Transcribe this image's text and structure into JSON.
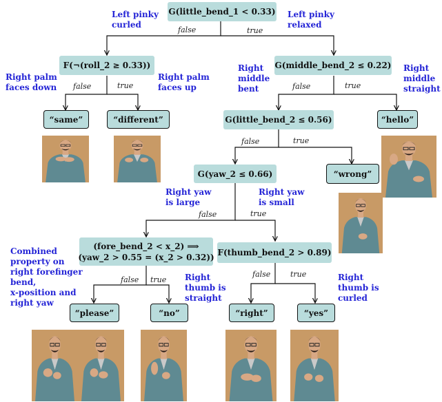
{
  "nodes": {
    "root": "G(little_bend_1 < 0.33)",
    "roll": "F(¬(roll_2 ≥ 0.33))",
    "middle": "G(middle_bend_2 ≤ 0.22)",
    "little2": "G(little_bend_2 ≤ 0.56)",
    "yaw": "G(yaw_2 ≤ 0.66)",
    "fore_line1": "(fore_bend_2 < x_2) ⟹",
    "fore_line2": "(yaw_2 > 0.55 = (x_2 > 0.32))",
    "thumb": "F(thumb_bend_2 > 0.89)"
  },
  "leaves": {
    "same": "“same”",
    "different": "“different”",
    "hello": "“hello”",
    "wrong": "“wrong”",
    "please": "“please”",
    "no": "“no”",
    "right": "“right”",
    "yes": "“yes”"
  },
  "edges": {
    "false": "false",
    "true": "true"
  },
  "notes": {
    "left_pinky_curled": [
      "Left pinky",
      "curled"
    ],
    "left_pinky_relaxed": [
      "Left pinky",
      "relaxed"
    ],
    "right_palm_down": [
      "Right palm",
      "faces down"
    ],
    "right_palm_up": [
      "Right palm",
      "faces up"
    ],
    "right_middle_bent": [
      "Right",
      "middle",
      "bent"
    ],
    "right_middle_straight": [
      "Right",
      "middle",
      "straight"
    ],
    "right_yaw_large": [
      "Right yaw",
      "is large"
    ],
    "right_yaw_small": [
      "Right yaw",
      "is small"
    ],
    "combined": [
      "Combined",
      "property on",
      "right forefinger",
      "bend,",
      "x-position and",
      "right yaw"
    ],
    "thumb_straight": [
      "Right",
      "thumb is",
      "straight"
    ],
    "thumb_curled": [
      "Right",
      "thumb is",
      "curled"
    ]
  },
  "colors": {
    "node_fill": "#b9dcdc",
    "note_text": "#2424d6",
    "photo_background": "#c89a66",
    "shirt": "#5f8a92"
  }
}
